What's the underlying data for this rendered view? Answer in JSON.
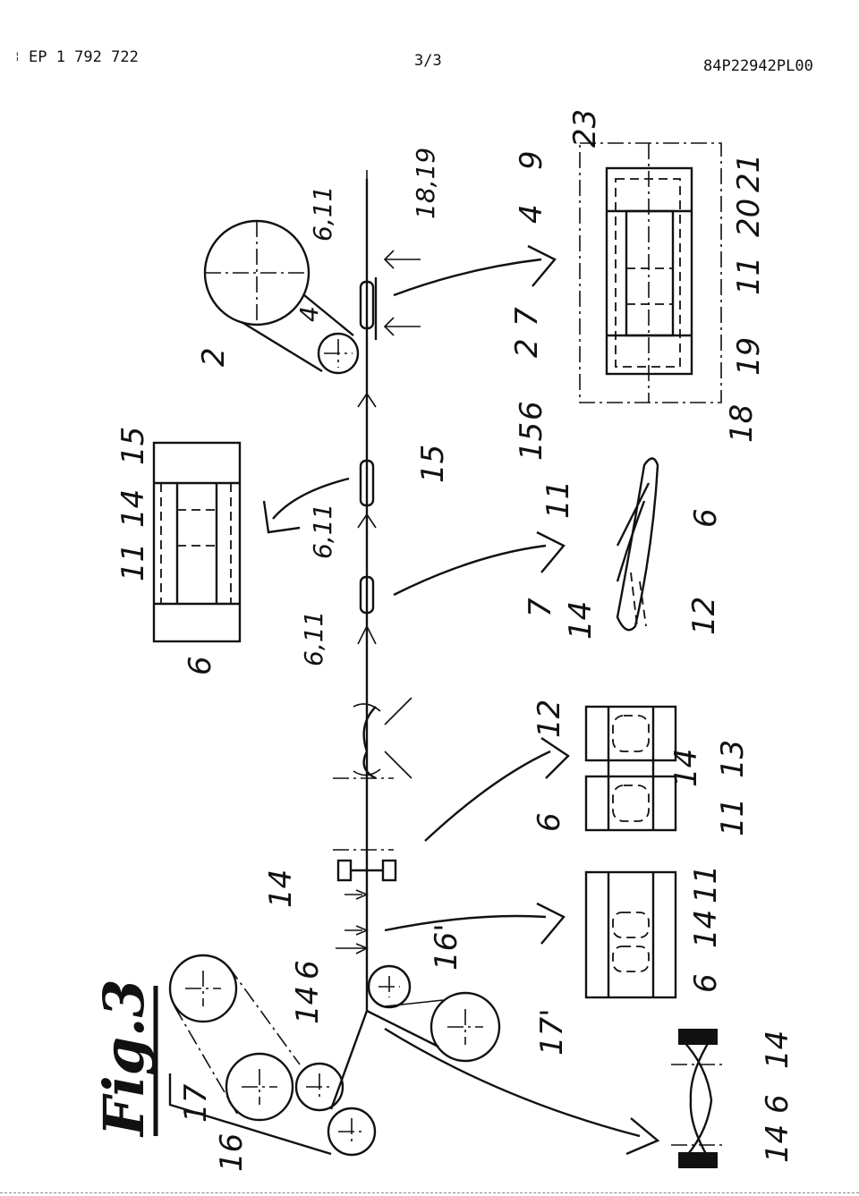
{
  "header": {
    "tick": "¦",
    "publication_number": "EP 1 792 722",
    "page_indicator": "3/3",
    "reference_code": "84P22942PL00"
  },
  "figure": {
    "title": "Fig.3",
    "labels": {
      "l2_top": "2",
      "l6_11_top": "6,11",
      "l4_top": "4",
      "l18_19": "18,19",
      "l15_top": "15",
      "l11_left": "11",
      "l14_left": "14",
      "l15_left": "15",
      "l6_left": "6",
      "l6_11_mid": "6,11",
      "l6_11_low": "6,11",
      "l9": "9",
      "l4_right": "4",
      "l23": "23",
      "l21": "21",
      "l20": "20",
      "l11_right": "11",
      "l7_right": "7",
      "l2_right": "2",
      "l6_right": "6",
      "l15_right": "15",
      "l18_right": "18",
      "l19_right": "19",
      "l11_rolled": "11",
      "l6_rolled": "6",
      "l7_rolled": "7",
      "l14_rolled": "14",
      "l12_rolled": "12",
      "l12_strip": "12",
      "l14_strip": "14",
      "l13_strip": "13",
      "l6_strip": "6",
      "l11_strip": "11",
      "l14_web": "14",
      "l6_web": "6",
      "l11_web": "11",
      "l14_top_web": "14",
      "l6_top_web": "6",
      "l14_arrow": "14",
      "l16p": "16'",
      "l17p": "17'",
      "l17": "17",
      "l16": "16",
      "l14_bot_a": "14",
      "l6_bot": "6",
      "l14_bot_b": "14"
    }
  }
}
